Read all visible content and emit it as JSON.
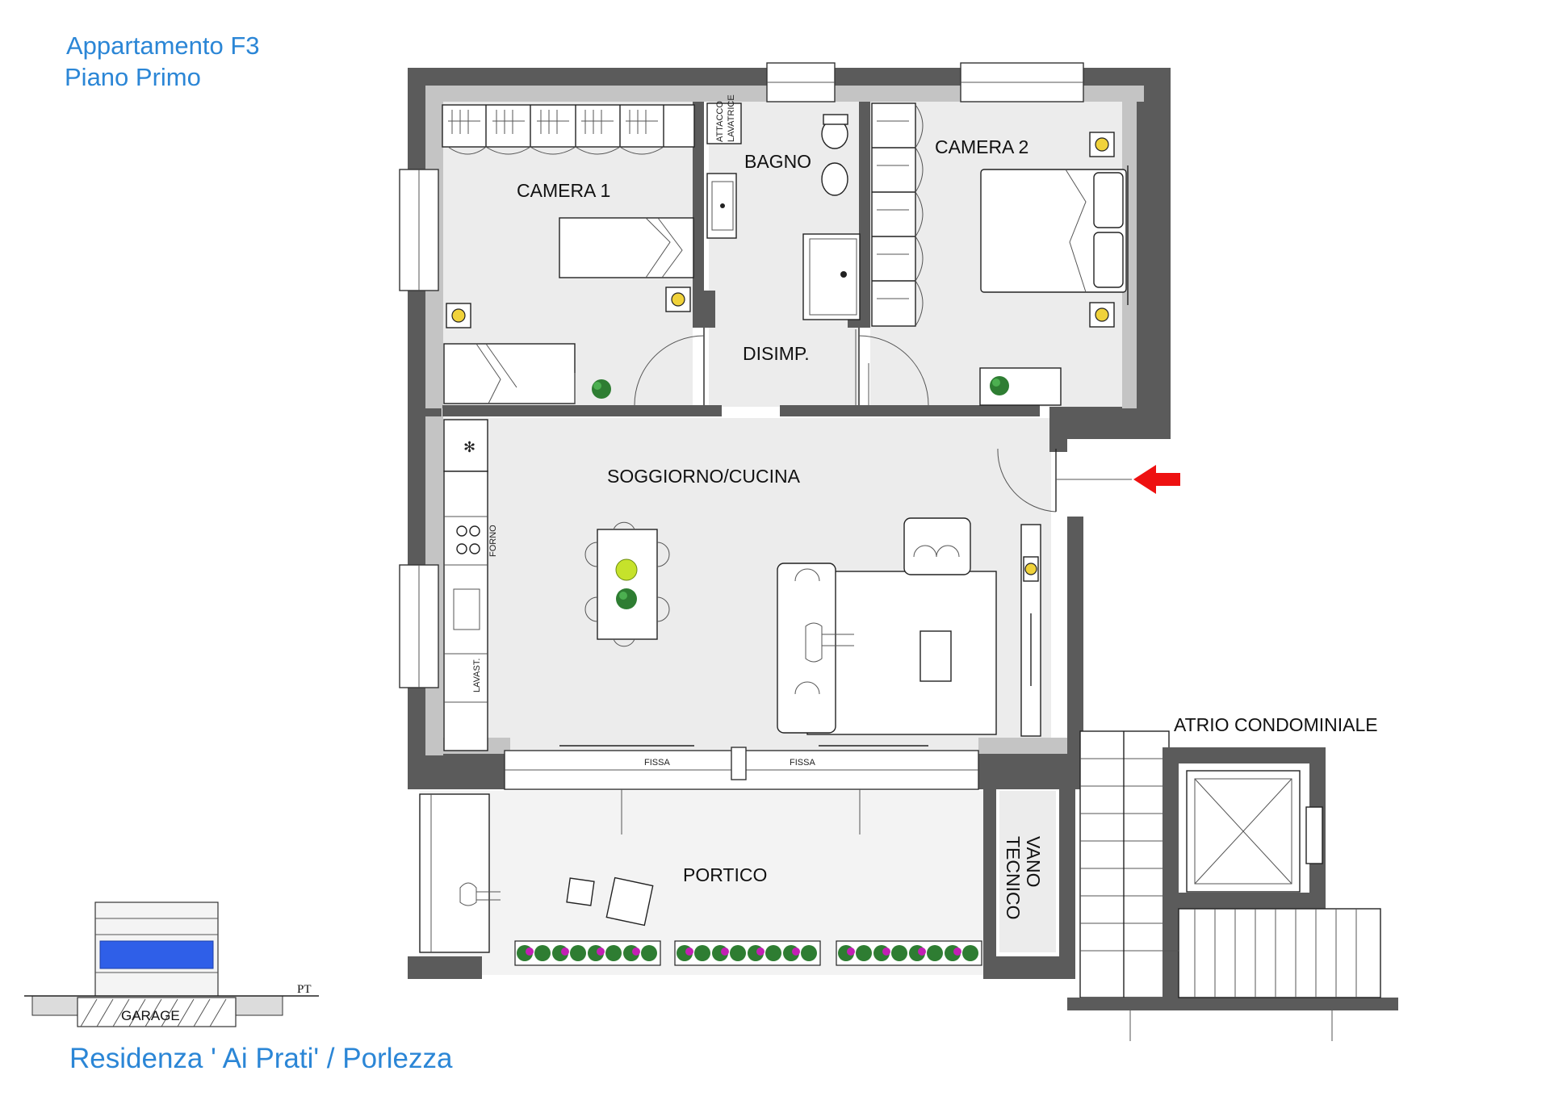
{
  "header": {
    "apartment": "Appartamento F3",
    "floor": "Piano Primo"
  },
  "footer": {
    "project": "Residenza ' Ai Prati' / Porlezza"
  },
  "rooms": {
    "camera1": "CAMERA 1",
    "bagno": "BAGNO",
    "camera2": "CAMERA 2",
    "disimpegno": "DISIMP.",
    "soggiorno": "SOGGIORNO/CUCINA",
    "portico": "PORTICO",
    "vano_tecnico_line1": "VANO",
    "vano_tecnico_line2": "TECNICO",
    "atrio": "ATRIO CONDOMINIALE"
  },
  "fixture_labels": {
    "attacco_line1": "ATTACCO",
    "attacco_line2": "LAVATRICE",
    "forno": "FORNO",
    "lavast": "LAVAST.",
    "fissa_left": "FISSA",
    "fissa_right": "FISSA"
  },
  "section_key": {
    "garage": "GARAGE",
    "ground_floor": "PT",
    "highlight_color": "#2f5fe8"
  },
  "colors": {
    "title_blue": "#2b86d6",
    "entrance_arrow": "#ee1111",
    "plant_green": "#2e7d32",
    "flower_magenta": "#c21fb4",
    "plant_yellow_green": "#c6e22b"
  },
  "icons": {
    "entrance": "entrance-arrow-icon",
    "heater": "radiator-icon",
    "plant": "plant-icon",
    "person": "person-icon"
  }
}
